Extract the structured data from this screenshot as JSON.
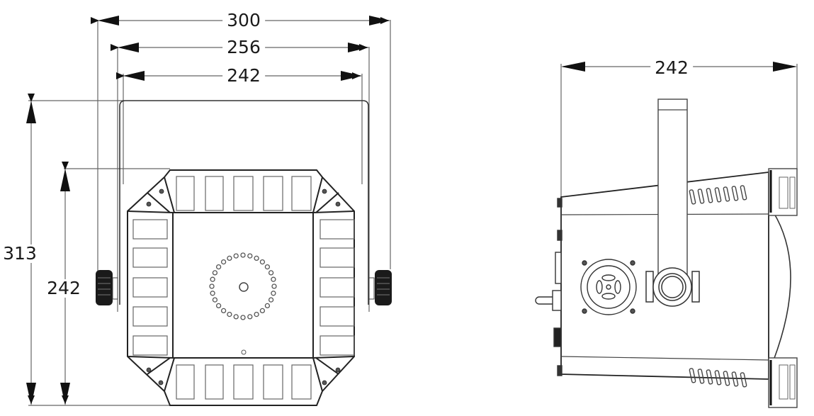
{
  "diagram": {
    "type": "technical-dimension-drawing",
    "views": [
      {
        "name": "front-view",
        "dimensions": {
          "overall_width": "300",
          "bracket_width": "256",
          "body_width": "242",
          "overall_height": "313",
          "body_height": "242"
        },
        "features": [
          "yoke-bracket",
          "knob-left",
          "knob-right",
          "led-ring",
          "vent-panels",
          "corner-screws"
        ]
      },
      {
        "name": "side-view",
        "dimensions": {
          "depth": "242"
        },
        "features": [
          "yoke-arm",
          "fan-grille",
          "pivot-knob",
          "rear-connector",
          "vent-slots",
          "front-lens-frame"
        ]
      }
    ],
    "colors": {
      "line": "#222222",
      "dim_line": "#555555",
      "knob": "#1a1a1a",
      "background": "#ffffff"
    }
  }
}
